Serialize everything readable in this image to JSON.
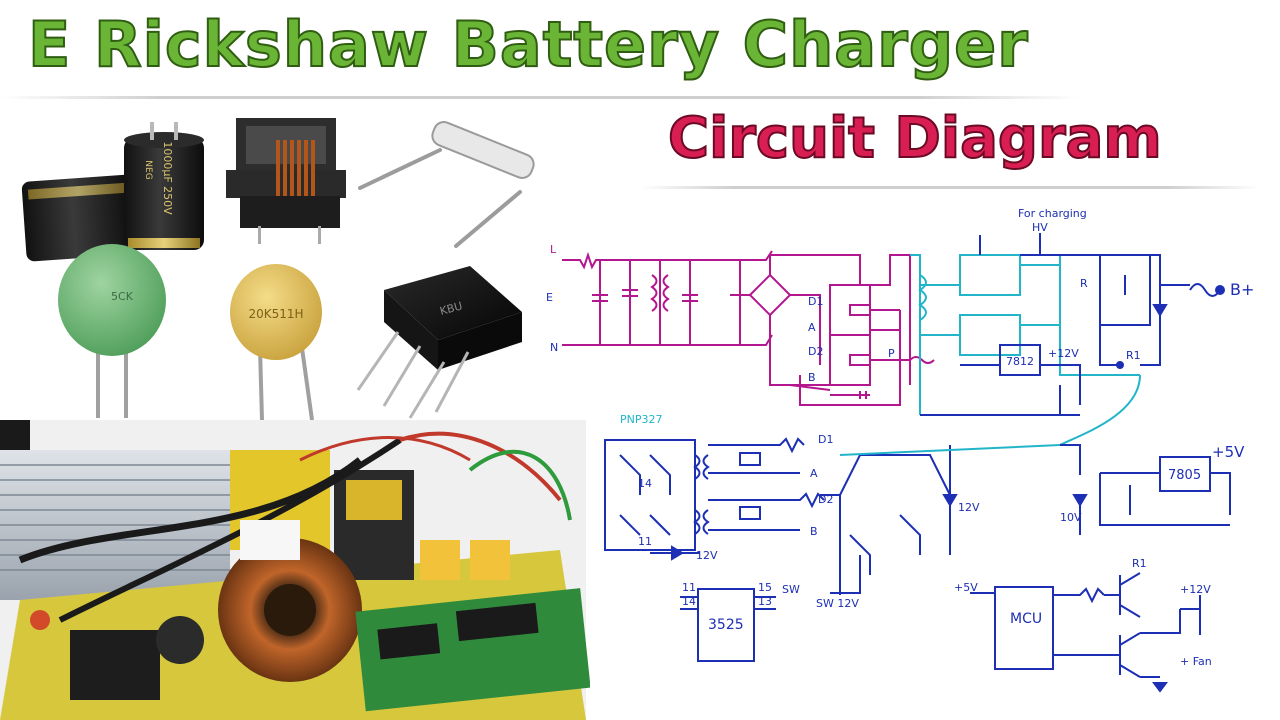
{
  "title": {
    "line1": "E Rickshaw Battery Charger",
    "line2": "Circuit Diagram",
    "line1_color": "#6bb536",
    "line1_stroke": "#2f5e12",
    "line2_color": "#d81e52",
    "line2_stroke": "#6a0a24"
  },
  "components": {
    "capacitor_text": "1000μF 250V",
    "capacitor_brand": "NEG",
    "thermistor_text": "5CK",
    "varistor_text": "20K511H",
    "bridge_text": "KBU"
  },
  "schematic": {
    "input_labels": [
      "L",
      "E",
      "N"
    ],
    "for_charging": "For charging",
    "hv": "HV",
    "relay_label": "R",
    "output_label": "B+",
    "d1": "D1",
    "d2": "D2",
    "node_a": "A",
    "node_b": "B",
    "node_pb": "P",
    "node_r1": "R1",
    "reg_7812": "7812",
    "v12": "+12V",
    "pnp": "PNP327",
    "v12_low": "12V",
    "reg_7805": "7805",
    "v5": "+5V",
    "zener_12v": "12V",
    "zener_10v": "10V",
    "ic_3525": "3525",
    "pin_11": "11",
    "pin_14": "14",
    "pin_15": "15",
    "pin_13": "13",
    "sw": "SW",
    "sw12v": "SW 12V",
    "mcu": "MCU",
    "mcu_v5": "+5V",
    "fan_v12": "+12V",
    "fan": "+ Fan",
    "r1_mcu": "R1",
    "pin_14b": "14",
    "pin_11b": "11"
  },
  "colors": {
    "ink_magenta": "#b3168f",
    "ink_blue": "#1d2fb4",
    "ink_cyan": "#22b5c9",
    "ink_red": "#c8201c"
  }
}
